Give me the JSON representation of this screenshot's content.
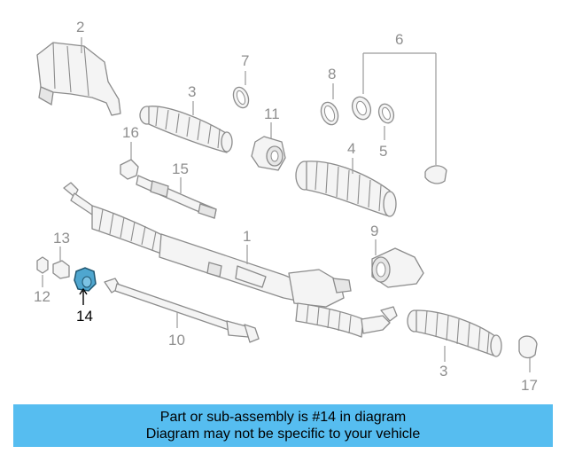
{
  "diagram": {
    "highlighted_part": "14",
    "highlight_color": "#4fa6cf",
    "callouts": {
      "c1": "1",
      "c2": "2",
      "c3a": "3",
      "c3b": "3",
      "c4": "4",
      "c5": "5",
      "c6": "6",
      "c7": "7",
      "c8": "8",
      "c9": "9",
      "c10": "10",
      "c11": "11",
      "c12": "12",
      "c13": "13",
      "c14": "14",
      "c15": "15",
      "c16": "16",
      "c17": "17"
    }
  },
  "banner": {
    "background": "#56bdf0",
    "line1": "Part or sub-assembly is #14 in diagram",
    "line2": "Diagram may not be specific to your vehicle"
  }
}
